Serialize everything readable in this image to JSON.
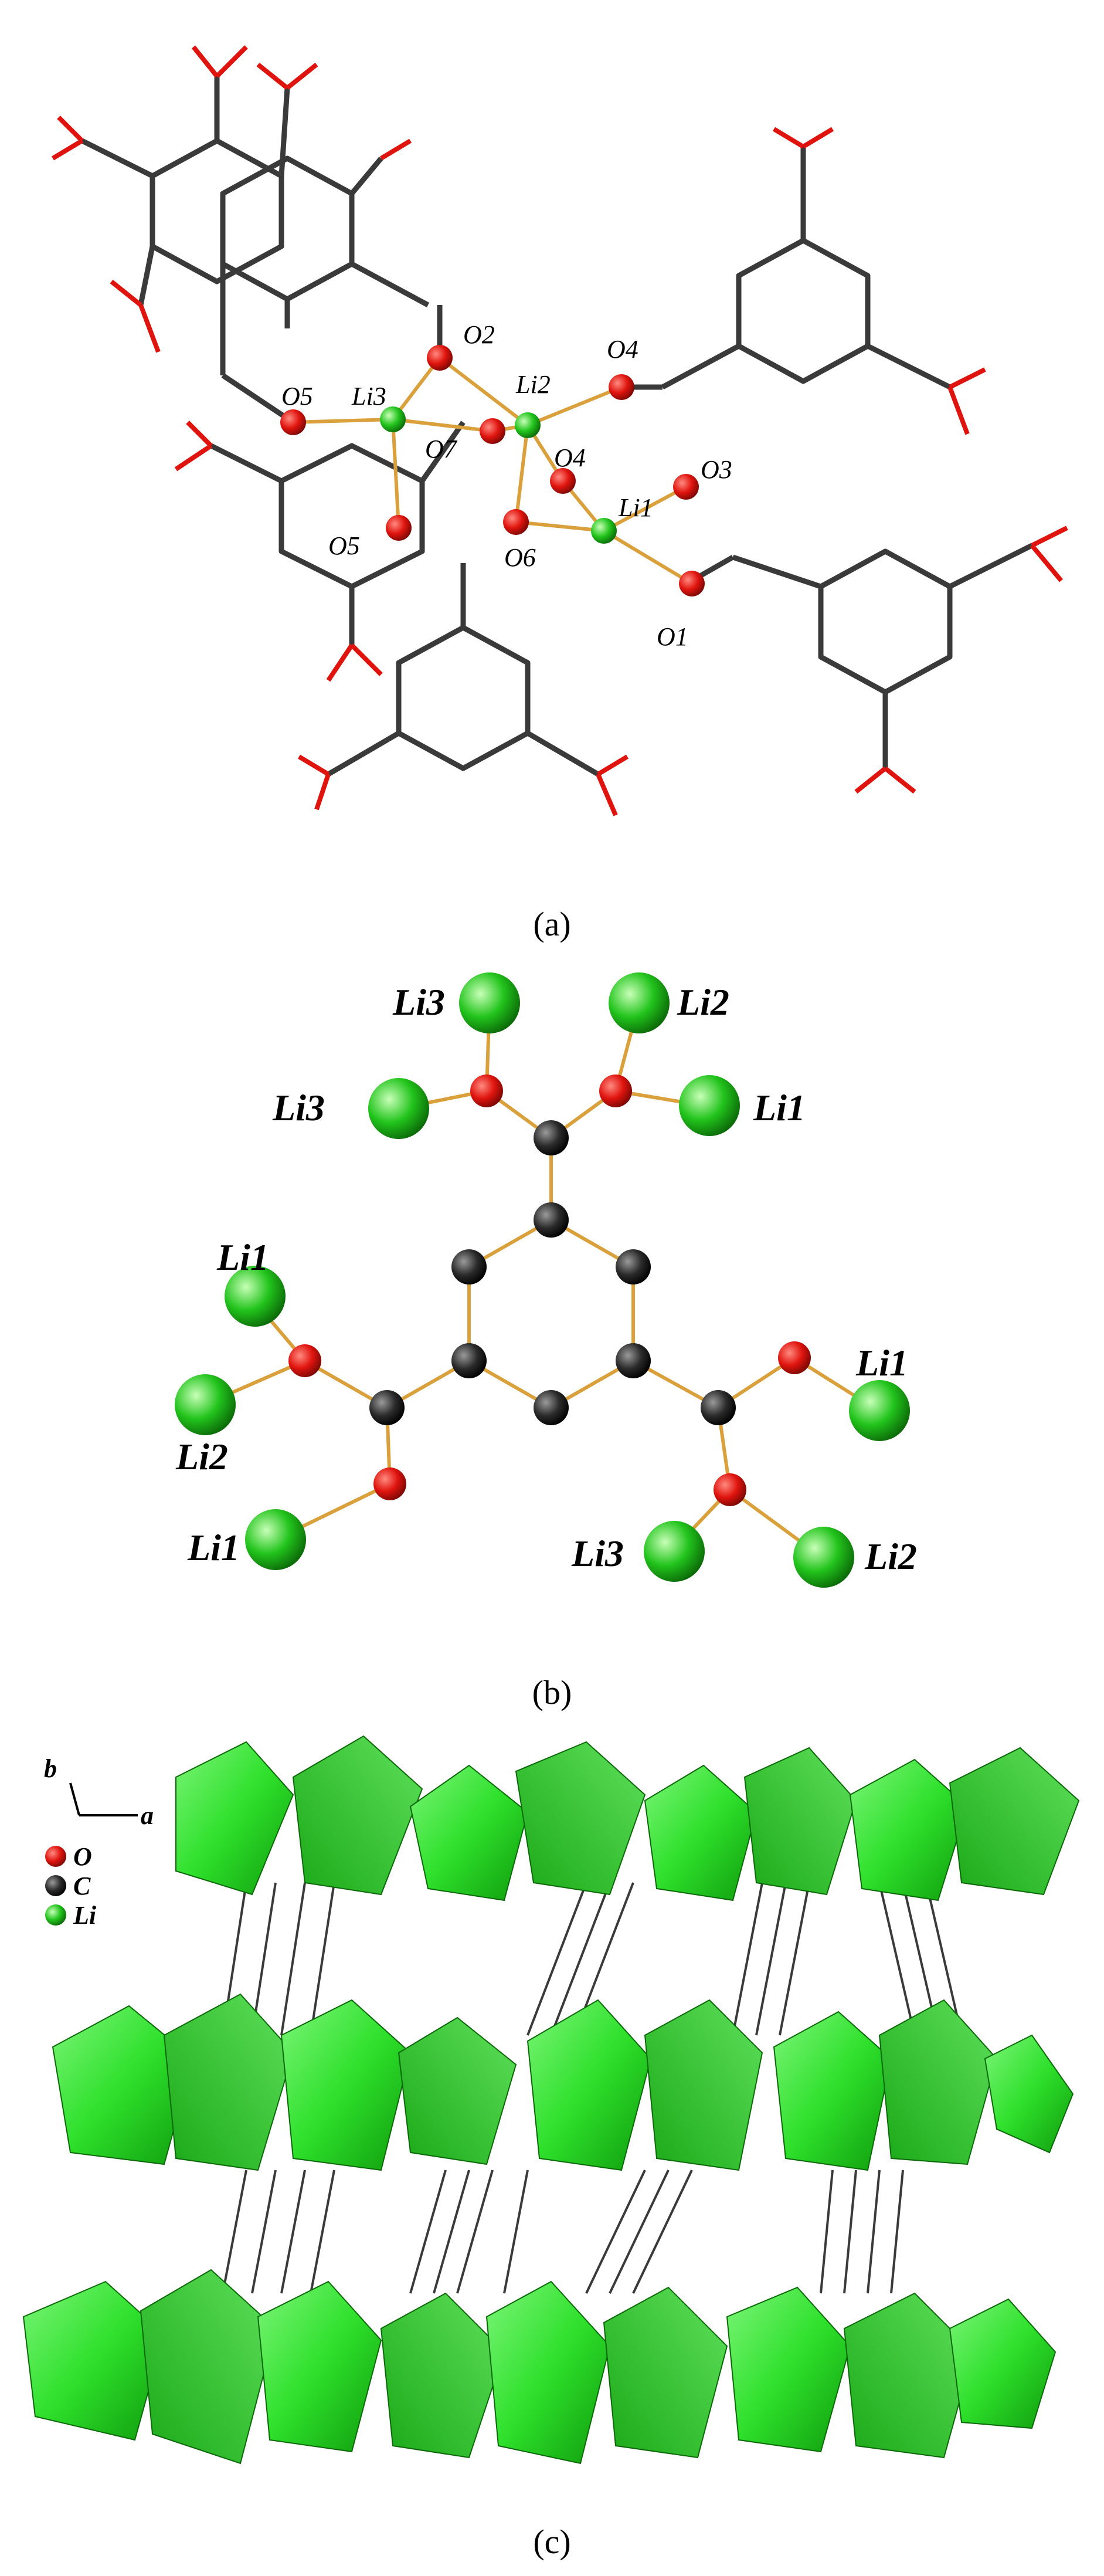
{
  "panels": [
    {
      "caption": "(a)",
      "labels": {
        "li1": "Li1",
        "li2": "Li2",
        "li3": "Li3",
        "o1": "O1",
        "o2": "O2",
        "o3": "O3",
        "o4a": "O4",
        "o4b": "O4",
        "o5a": "O5",
        "o5b": "O5",
        "o6": "O6",
        "o7": "O7"
      }
    },
    {
      "caption": "(b)",
      "labels": {
        "li3_top": "Li3",
        "li2_top": "Li2",
        "li3_left": "Li3",
        "li1_right": "Li1",
        "li1_left_top": "Li1",
        "li2_left": "Li2",
        "li1_left_bot": "Li1",
        "li1_right_mid": "Li1",
        "li3_bot": "Li3",
        "li2_bot": "Li2"
      }
    },
    {
      "caption": "(c)",
      "axes": {
        "b": "b",
        "a": "a"
      },
      "legend": [
        {
          "label": "O",
          "color": "#e0140e"
        },
        {
          "label": "C",
          "color": "#2b2b2b"
        },
        {
          "label": "Li",
          "color": "#22c41c"
        }
      ]
    }
  ],
  "colors": {
    "oxygen": "#e0140e",
    "carbon": "#2b2b2b",
    "lithium": "#22c41c",
    "bond": "#d9a03b",
    "polyhedron": "#2ee02b"
  }
}
